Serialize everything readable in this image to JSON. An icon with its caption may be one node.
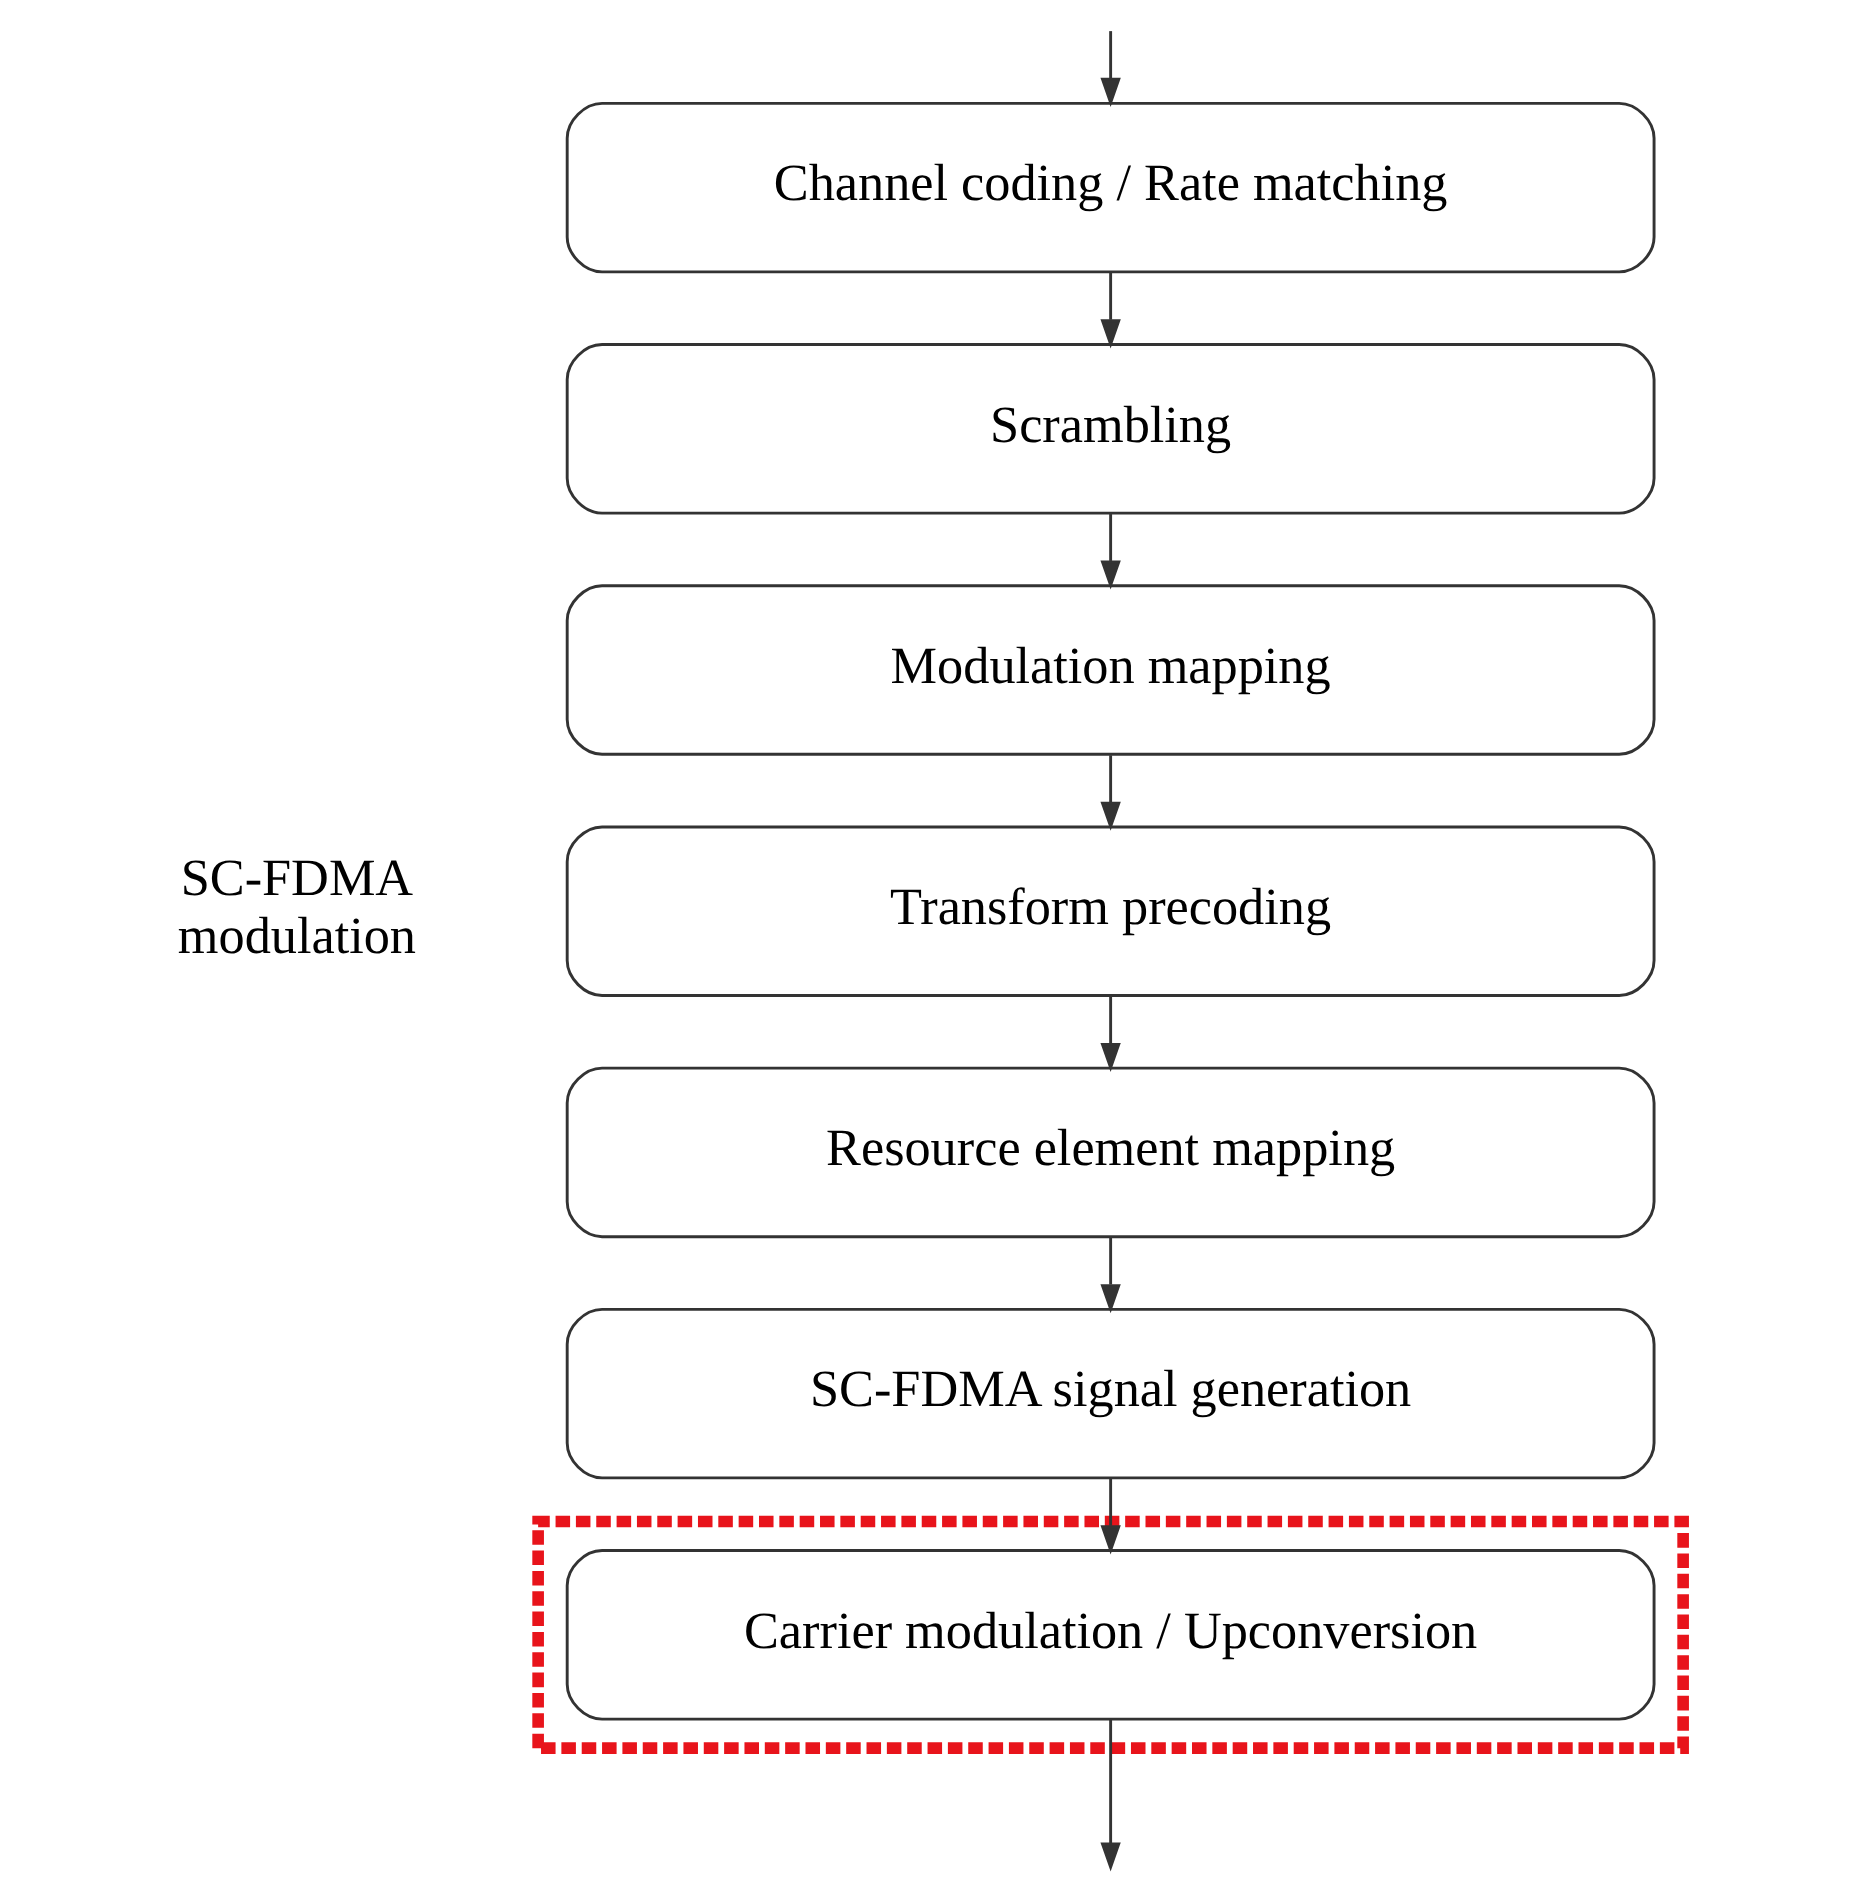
{
  "diagram": {
    "nodes": [
      {
        "text": [
          "Channel coding / Rate matching"
        ]
      },
      {
        "text": [
          "Scrambling"
        ]
      },
      {
        "text": [
          "Modulation mapping"
        ]
      },
      {
        "text": [
          "Transform precoding"
        ]
      },
      {
        "text": [
          "Resource element mapping"
        ]
      },
      {
        "text": [
          "SC-FDMA signal generation"
        ]
      },
      {
        "text": [],
        "shape": "box"
      },
      {
        "text": [
          "Carrier modulation / Upconversion"
        ],
        "in": 6
      }
    ],
    "edges": [
      {
        "from": null,
        "to": 0,
        "arrow": "to"
      },
      {
        "from": 0,
        "to": 1,
        "arrow": "to"
      },
      {
        "from": 1,
        "to": 2,
        "arrow": "to"
      },
      {
        "from": 2,
        "to": 3,
        "arrow": "to"
      },
      {
        "from": 3,
        "to": 4,
        "arrow": "to"
      },
      {
        "from": 4,
        "to": 5,
        "arrow": "to"
      },
      {
        "from": 5,
        "to": 7,
        "arrow": "to"
      },
      {
        "from": 7,
        "to": null,
        "arrow": "to"
      }
    ],
    "labels": [
      "SC-FDMA modulation"
    ]
  }
}
